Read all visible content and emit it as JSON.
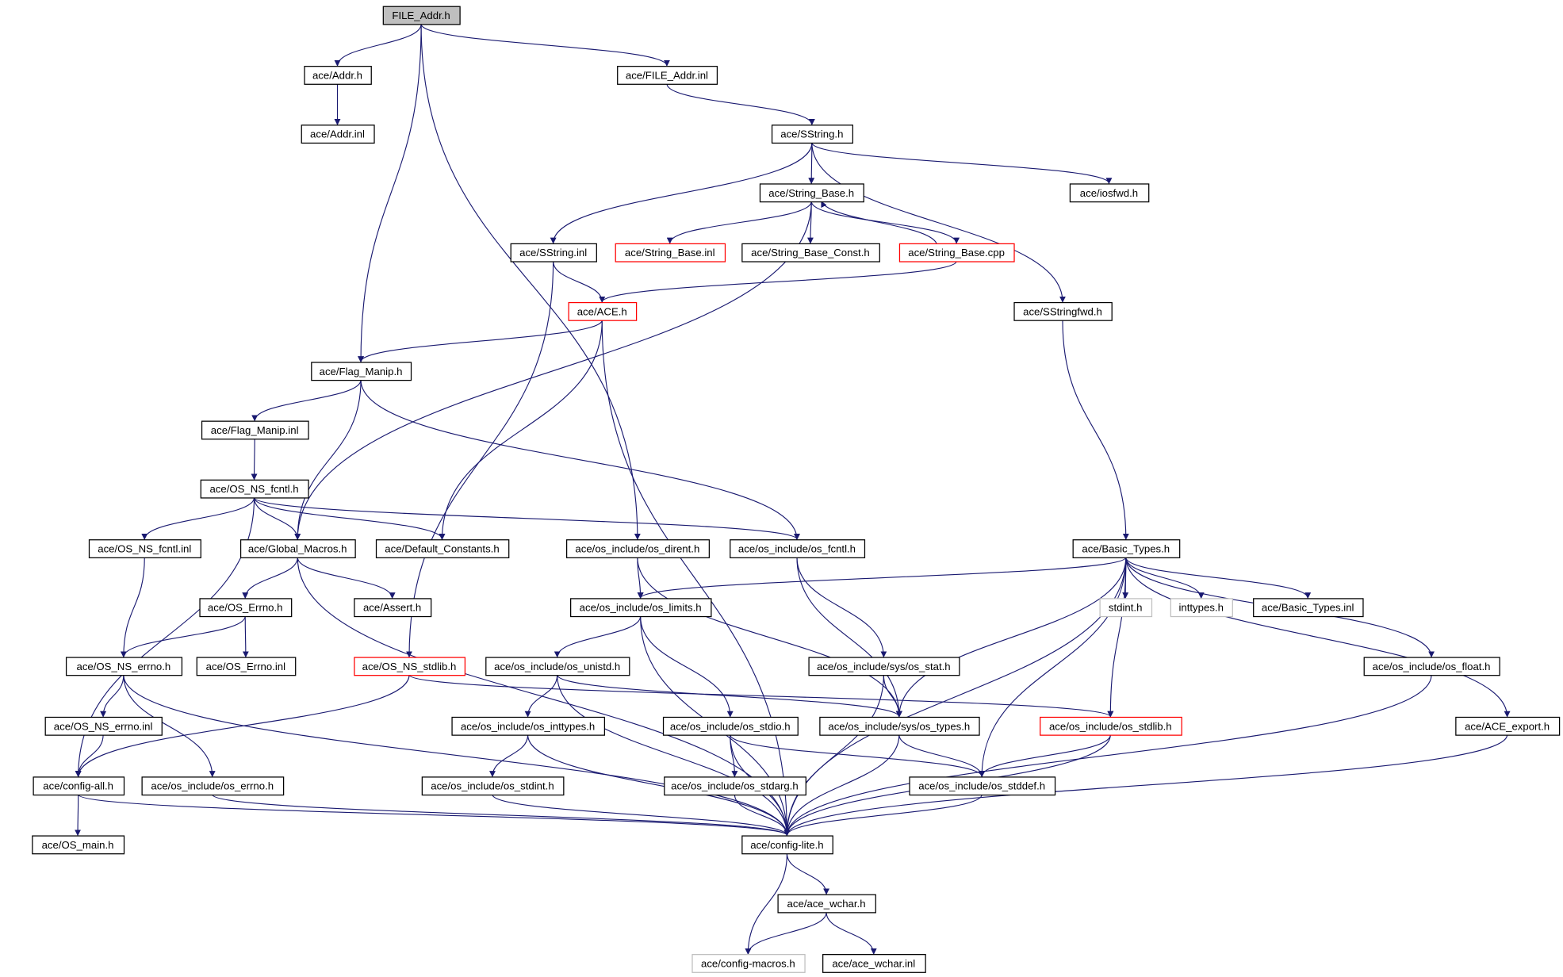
{
  "colors": {
    "edge": "#191970",
    "root_fill": "#bfbfbf",
    "red_border": "#ff0000",
    "missing_border": "#bfbfbf"
  },
  "nodes": {
    "file_addr_h": {
      "label": "FILE_Addr.h",
      "style": "root"
    },
    "addr_h": {
      "label": "ace/Addr.h"
    },
    "addr_inl": {
      "label": "ace/Addr.inl"
    },
    "file_addr_inl": {
      "label": "ace/FILE_Addr.inl"
    },
    "sstring_h": {
      "label": "ace/SString.h"
    },
    "string_base_h": {
      "label": "ace/String_Base.h"
    },
    "iosfwd_h": {
      "label": "ace/iosfwd.h"
    },
    "sstring_inl": {
      "label": "ace/SString.inl"
    },
    "string_base_inl": {
      "label": "ace/String_Base.inl",
      "style": "red"
    },
    "string_base_const_h": {
      "label": "ace/String_Base_Const.h"
    },
    "string_base_cpp": {
      "label": "ace/String_Base.cpp",
      "style": "red"
    },
    "ace_h": {
      "label": "ace/ACE.h",
      "style": "red"
    },
    "sstringfwd_h": {
      "label": "ace/SStringfwd.h"
    },
    "flag_manip_h": {
      "label": "ace/Flag_Manip.h"
    },
    "flag_manip_inl": {
      "label": "ace/Flag_Manip.inl"
    },
    "os_ns_fcntl_h": {
      "label": "ace/OS_NS_fcntl.h"
    },
    "os_ns_fcntl_inl": {
      "label": "ace/OS_NS_fcntl.inl"
    },
    "global_macros_h": {
      "label": "ace/Global_Macros.h"
    },
    "default_constants_h": {
      "label": "ace/Default_Constants.h"
    },
    "os_dirent_h": {
      "label": "ace/os_include/os_dirent.h"
    },
    "os_fcntl_h": {
      "label": "ace/os_include/os_fcntl.h"
    },
    "basic_types_h": {
      "label": "ace/Basic_Types.h"
    },
    "os_errno_h_ace": {
      "label": "ace/OS_Errno.h"
    },
    "assert_h": {
      "label": "ace/Assert.h"
    },
    "os_limits_h": {
      "label": "ace/os_include/os_limits.h"
    },
    "stdint_h": {
      "label": "stdint.h",
      "style": "gray"
    },
    "inttypes_h": {
      "label": "inttypes.h",
      "style": "gray"
    },
    "basic_types_inl": {
      "label": "ace/Basic_Types.inl"
    },
    "os_ns_errno_h": {
      "label": "ace/OS_NS_errno.h"
    },
    "os_errno_inl": {
      "label": "ace/OS_Errno.inl"
    },
    "os_ns_stdlib_h": {
      "label": "ace/OS_NS_stdlib.h",
      "style": "red"
    },
    "os_unistd_h": {
      "label": "ace/os_include/os_unistd.h"
    },
    "sys_os_stat_h": {
      "label": "ace/os_include/sys/os_stat.h"
    },
    "os_float_h": {
      "label": "ace/os_include/os_float.h"
    },
    "os_ns_errno_inl": {
      "label": "ace/OS_NS_errno.inl"
    },
    "os_inttypes_h": {
      "label": "ace/os_include/os_inttypes.h"
    },
    "os_stdio_h": {
      "label": "ace/os_include/os_stdio.h"
    },
    "sys_os_types_h": {
      "label": "ace/os_include/sys/os_types.h"
    },
    "os_stdlib_h": {
      "label": "ace/os_include/os_stdlib.h",
      "style": "red"
    },
    "ace_export_h": {
      "label": "ace/ACE_export.h"
    },
    "config_all_h": {
      "label": "ace/config-all.h"
    },
    "os_errno_h": {
      "label": "ace/os_include/os_errno.h"
    },
    "os_stdint_h": {
      "label": "ace/os_include/os_stdint.h"
    },
    "os_stdarg_h": {
      "label": "ace/os_include/os_stdarg.h"
    },
    "os_stddef_h": {
      "label": "ace/os_include/os_stddef.h"
    },
    "os_main_h": {
      "label": "ace/OS_main.h"
    },
    "config_lite_h": {
      "label": "ace/config-lite.h"
    },
    "ace_wchar_h": {
      "label": "ace/ace_wchar.h"
    },
    "config_macros_h": {
      "label": "ace/config-macros.h",
      "style": "gray"
    },
    "ace_wchar_inl": {
      "label": "ace/ace_wchar.inl"
    }
  },
  "edges": [
    [
      "file_addr_h",
      "addr_h"
    ],
    [
      "file_addr_h",
      "file_addr_inl"
    ],
    [
      "file_addr_h",
      "flag_manip_h"
    ],
    [
      "file_addr_h",
      "os_dirent_h"
    ],
    [
      "addr_h",
      "addr_inl"
    ],
    [
      "file_addr_inl",
      "sstring_h"
    ],
    [
      "sstring_h",
      "string_base_h"
    ],
    [
      "sstring_h",
      "iosfwd_h"
    ],
    [
      "sstring_h",
      "sstring_inl"
    ],
    [
      "sstring_h",
      "sstringfwd_h"
    ],
    [
      "string_base_h",
      "string_base_inl"
    ],
    [
      "string_base_h",
      "string_base_const_h"
    ],
    [
      "string_base_h",
      "string_base_cpp"
    ],
    [
      "string_base_h",
      "global_macros_h"
    ],
    [
      "string_base_cpp",
      "string_base_h"
    ],
    [
      "string_base_cpp",
      "ace_h"
    ],
    [
      "sstring_inl",
      "ace_h"
    ],
    [
      "sstring_inl",
      "os_ns_stdlib_h"
    ],
    [
      "ace_h",
      "flag_manip_h"
    ],
    [
      "ace_h",
      "default_constants_h"
    ],
    [
      "ace_h",
      "config_lite_h"
    ],
    [
      "sstringfwd_h",
      "basic_types_h"
    ],
    [
      "flag_manip_h",
      "flag_manip_inl"
    ],
    [
      "flag_manip_h",
      "global_macros_h"
    ],
    [
      "flag_manip_h",
      "os_fcntl_h"
    ],
    [
      "flag_manip_inl",
      "os_ns_fcntl_h"
    ],
    [
      "os_ns_fcntl_h",
      "os_ns_fcntl_inl"
    ],
    [
      "os_ns_fcntl_h",
      "global_macros_h"
    ],
    [
      "os_ns_fcntl_h",
      "default_constants_h"
    ],
    [
      "os_ns_fcntl_h",
      "os_fcntl_h"
    ],
    [
      "os_ns_fcntl_h",
      "config_all_h"
    ],
    [
      "os_ns_fcntl_inl",
      "os_ns_errno_h"
    ],
    [
      "global_macros_h",
      "os_errno_h_ace"
    ],
    [
      "global_macros_h",
      "assert_h"
    ],
    [
      "global_macros_h",
      "config_lite_h"
    ],
    [
      "os_errno_h_ace",
      "os_ns_errno_h"
    ],
    [
      "os_errno_h_ace",
      "os_errno_inl"
    ],
    [
      "os_ns_errno_h",
      "os_ns_errno_inl"
    ],
    [
      "os_ns_errno_h",
      "os_errno_h"
    ],
    [
      "os_ns_errno_h",
      "config_lite_h"
    ],
    [
      "os_ns_errno_inl",
      "config_all_h"
    ],
    [
      "os_ns_stdlib_h",
      "config_all_h"
    ],
    [
      "os_ns_stdlib_h",
      "os_stdlib_h"
    ],
    [
      "os_dirent_h",
      "os_limits_h"
    ],
    [
      "os_dirent_h",
      "sys_os_types_h"
    ],
    [
      "os_fcntl_h",
      "sys_os_stat_h"
    ],
    [
      "os_fcntl_h",
      "sys_os_types_h"
    ],
    [
      "basic_types_h",
      "os_limits_h"
    ],
    [
      "basic_types_h",
      "stdint_h"
    ],
    [
      "basic_types_h",
      "inttypes_h"
    ],
    [
      "basic_types_h",
      "basic_types_inl"
    ],
    [
      "basic_types_h",
      "os_float_h"
    ],
    [
      "basic_types_h",
      "ace_export_h"
    ],
    [
      "basic_types_h",
      "os_stdlib_h"
    ],
    [
      "basic_types_h",
      "sys_os_types_h"
    ],
    [
      "basic_types_h",
      "os_stddef_h"
    ],
    [
      "basic_types_h",
      "config_lite_h"
    ],
    [
      "os_limits_h",
      "os_unistd_h"
    ],
    [
      "os_limits_h",
      "os_stdio_h"
    ],
    [
      "os_limits_h",
      "config_lite_h"
    ],
    [
      "os_unistd_h",
      "os_inttypes_h"
    ],
    [
      "os_unistd_h",
      "sys_os_types_h"
    ],
    [
      "os_unistd_h",
      "config_lite_h"
    ],
    [
      "sys_os_stat_h",
      "sys_os_types_h"
    ],
    [
      "sys_os_stat_h",
      "config_lite_h"
    ],
    [
      "os_float_h",
      "config_lite_h"
    ],
    [
      "os_inttypes_h",
      "os_stdint_h"
    ],
    [
      "os_inttypes_h",
      "config_lite_h"
    ],
    [
      "os_stdio_h",
      "os_stdarg_h"
    ],
    [
      "os_stdio_h",
      "os_stddef_h"
    ],
    [
      "os_stdio_h",
      "config_lite_h"
    ],
    [
      "sys_os_types_h",
      "os_stddef_h"
    ],
    [
      "sys_os_types_h",
      "config_lite_h"
    ],
    [
      "os_stdlib_h",
      "os_stddef_h"
    ],
    [
      "os_stdlib_h",
      "config_lite_h"
    ],
    [
      "ace_export_h",
      "config_lite_h"
    ],
    [
      "config_all_h",
      "os_main_h"
    ],
    [
      "config_all_h",
      "config_lite_h"
    ],
    [
      "os_errno_h",
      "config_lite_h"
    ],
    [
      "os_stdint_h",
      "config_lite_h"
    ],
    [
      "os_stdarg_h",
      "config_lite_h"
    ],
    [
      "os_stddef_h",
      "config_lite_h"
    ],
    [
      "config_lite_h",
      "ace_wchar_h"
    ],
    [
      "config_lite_h",
      "config_macros_h"
    ],
    [
      "ace_wchar_h",
      "config_macros_h"
    ],
    [
      "ace_wchar_h",
      "ace_wchar_inl"
    ]
  ]
}
